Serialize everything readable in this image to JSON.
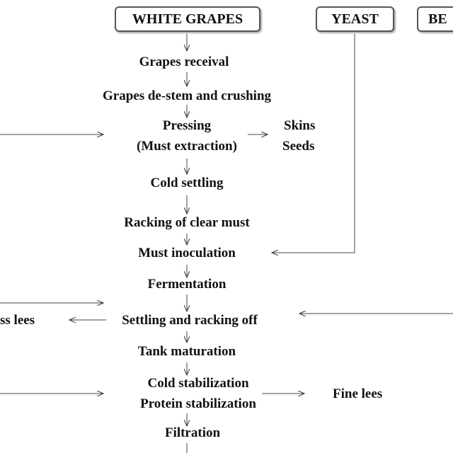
{
  "inputs": {
    "white_grapes": "WHITE GRAPES",
    "yeast": "YEAST",
    "third_partial": "BE"
  },
  "steps": {
    "grapes_receival": "Grapes receival",
    "destem_crushing": "Grapes de-stem and crushing",
    "pressing": "Pressing",
    "must_extraction": "(Must extraction)",
    "cold_settling": "Cold settling",
    "racking": "Racking of clear must",
    "inoculation": "Must inoculation",
    "fermentation": "Fermentation",
    "settling_racking_off": "Settling and racking off",
    "tank_maturation": "Tank maturation",
    "cold_stabilization": "Cold stabilization",
    "protein_stabilization": "Protein stabilization",
    "filtration": "Filtration"
  },
  "outputs": {
    "skins": "Skins",
    "seeds": "Seeds",
    "gross_lees_partial": "ss lees",
    "fine_lees": "Fine lees"
  }
}
